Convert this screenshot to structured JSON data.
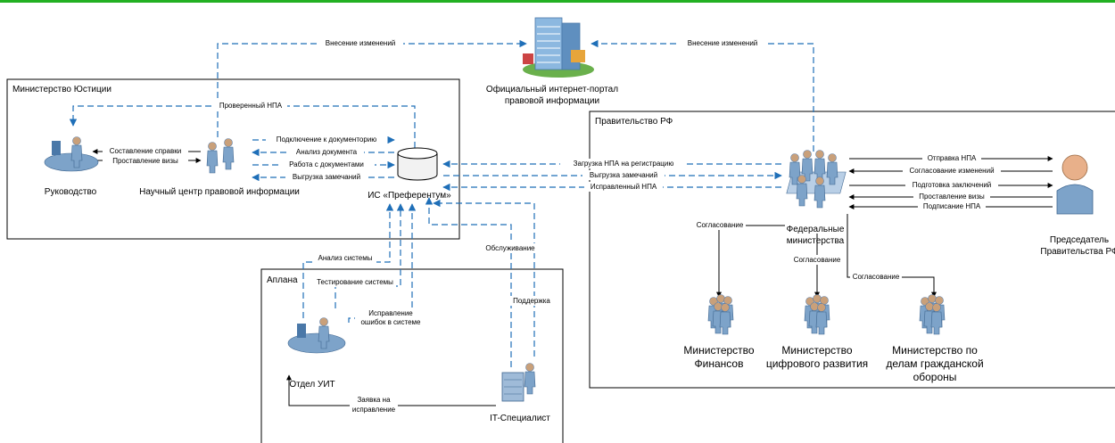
{
  "colors": {
    "top_bar": "#22b022",
    "dashed_flow": "#1f6fb8",
    "solid_flow": "#000000",
    "person": "#7da3c9"
  },
  "frames": {
    "ministry_justice": "Министерство Юстиции",
    "government": "Правительство РФ",
    "aplana": "Аплана"
  },
  "nodes": {
    "portal": "Официальный интернет-портал правовой информации",
    "portal_line1": "Официальный интернет-портал",
    "portal_line2": "правовой информации",
    "management": "Руководство",
    "science_center": "Научный центр правовой информации",
    "is_preferentum": "ИС «Преферентум»",
    "federal_ministries_line1": "Федеральные",
    "federal_ministries_line2": "министерства",
    "chairman_line1": "Председатель",
    "chairman_line2": "Правительства РФ",
    "min_finance_line1": "Министерство",
    "min_finance_line2": "Финансов",
    "min_digital_line1": "Министерство",
    "min_digital_line2": "цифрового развития",
    "min_defense_line1": "Министерство по",
    "min_defense_line2": "делам гражданской",
    "min_defense_line3": "обороны",
    "uit_department": "Отдел УИТ",
    "it_specialist": "IT-Специалист"
  },
  "edges": {
    "portal_changes_left": "Внесение изменений",
    "portal_changes_right": "Внесение изменений",
    "verified_npa": "Проверенный НПА",
    "compile_report": "Составление справки",
    "visa": "Проставление визы",
    "connect_doc": "Подключение к документорию",
    "analyze_doc": "Анализ документа",
    "work_docs": "Работа с документами",
    "export_remarks": "Выгрузка замечаний",
    "upload_npa": "Загрузка НПА на регистрацию",
    "export_remarks_gov": "Выгрузка замечаний",
    "corrected_npa": "Исправленный НПА",
    "send_npa": "Отправка НПА",
    "agree_changes": "Согласование изменений",
    "prepare_conclusions": "Подготовка заключений",
    "visa_gov": "Проставление визы",
    "sign_npa": "Подписание НПА",
    "agreement_1": "Согласование",
    "agreement_2": "Согласование",
    "agreement_3": "Согласование",
    "system_analysis": "Анализ системы",
    "system_testing": "Тестирование системы",
    "fix_errors_line1": "Исправление",
    "fix_errors_line2": "ошибок в системе",
    "maintenance": "Обслуживание",
    "support": "Поддержка",
    "fix_request_line1": "Заявка на",
    "fix_request_line2": "исправление"
  }
}
